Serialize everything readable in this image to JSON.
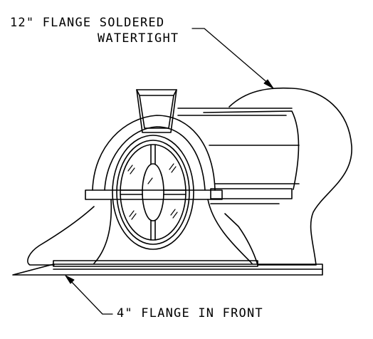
{
  "labels": {
    "top_line1": "12\" FLANGE SOLDERED",
    "top_line2": "WATERTIGHT",
    "bottom": "4\" FLANGE IN FRONT"
  },
  "colors": {
    "line": "#000000",
    "background": "#ffffff"
  }
}
